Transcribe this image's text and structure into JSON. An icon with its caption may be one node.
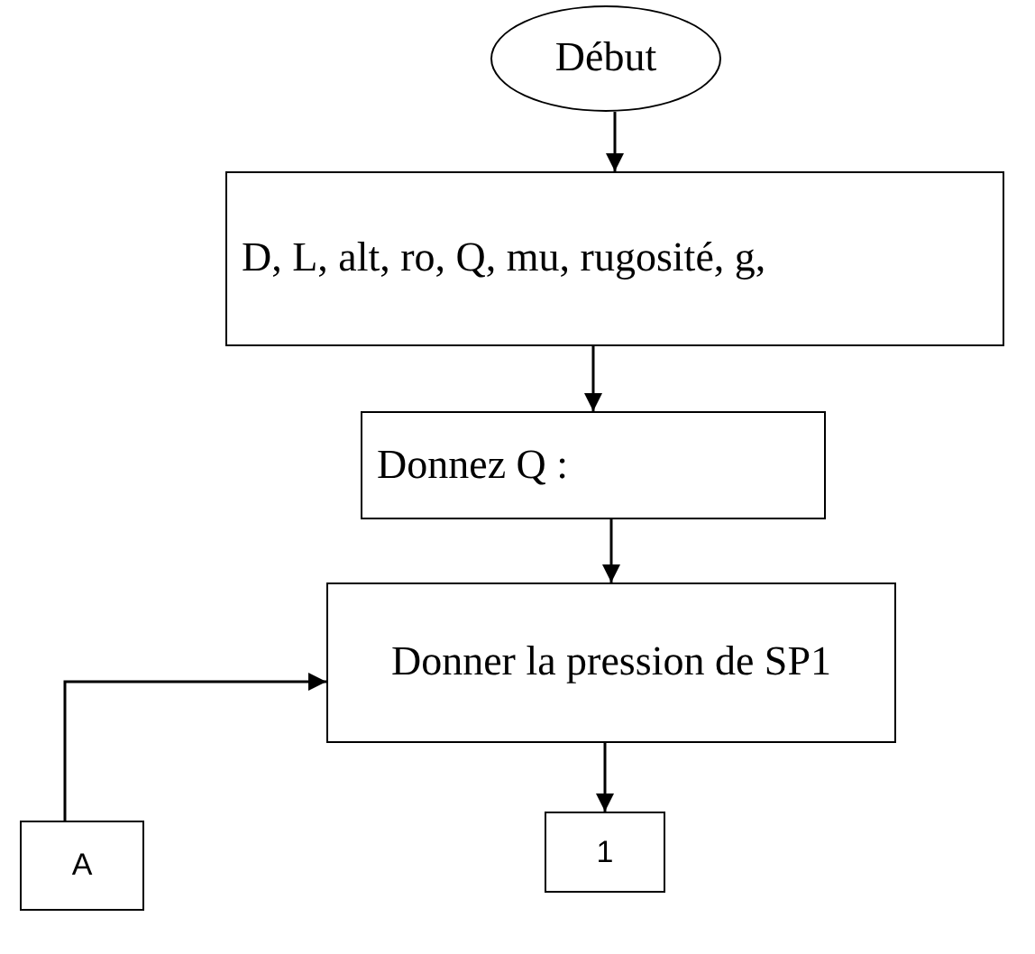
{
  "diagram": {
    "nodes": [
      {
        "text": [
          "Début"
        ]
      },
      {
        "text": [
          "D, L, alt, ro, Q, mu,  rugosité, g,"
        ]
      },
      {
        "text": [
          "Donnez Q :"
        ]
      },
      {
        "text": [
          "Donner la pression de SP1"
        ]
      },
      {
        "text": [
          "A"
        ]
      },
      {
        "text": [
          "1"
        ]
      }
    ],
    "edges": [
      {
        "from": 0,
        "to": 1,
        "arrow": "to"
      },
      {
        "from": 1,
        "to": 2,
        "arrow": "to"
      },
      {
        "from": 2,
        "to": 3,
        "arrow": "to"
      },
      {
        "from": 3,
        "to": 5,
        "arrow": "to"
      },
      {
        "from": 4,
        "to": 3,
        "arrow": "to"
      }
    ]
  }
}
